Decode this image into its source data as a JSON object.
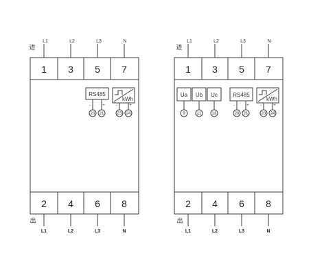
{
  "meters": [
    {
      "in_label": "进",
      "out_label": "出",
      "in_lines": [
        "L1",
        "L2",
        "L3",
        "N"
      ],
      "top_terminals": [
        "1",
        "3",
        "5",
        "7"
      ],
      "bottom_terminals": [
        "2",
        "4",
        "6",
        "8"
      ],
      "out_lines": [
        "L1",
        "L2",
        "L3",
        "N"
      ],
      "voltage_modules": [],
      "rs485": {
        "label": "RS485",
        "pins": [
          "20",
          "21"
        ]
      },
      "pulse": {
        "label": "kWh",
        "pins": [
          "23",
          "24"
        ]
      }
    },
    {
      "in_label": "进",
      "out_label": "出",
      "in_lines": [
        "L1",
        "L2",
        "L3",
        "N"
      ],
      "top_terminals": [
        "1",
        "3",
        "5",
        "7"
      ],
      "bottom_terminals": [
        "2",
        "4",
        "6",
        "8"
      ],
      "out_lines": [
        "L1",
        "L2",
        "L3",
        "N"
      ],
      "voltage_modules": [
        {
          "label": "Ua",
          "pin": "9"
        },
        {
          "label": "Ub",
          "pin": "11"
        },
        {
          "label": "Uc",
          "pin": "13"
        }
      ],
      "rs485": {
        "label": "RS485",
        "pins": [
          "20",
          "21"
        ]
      },
      "pulse": {
        "label": "kWh",
        "pins": [
          "23",
          "24"
        ]
      }
    }
  ]
}
